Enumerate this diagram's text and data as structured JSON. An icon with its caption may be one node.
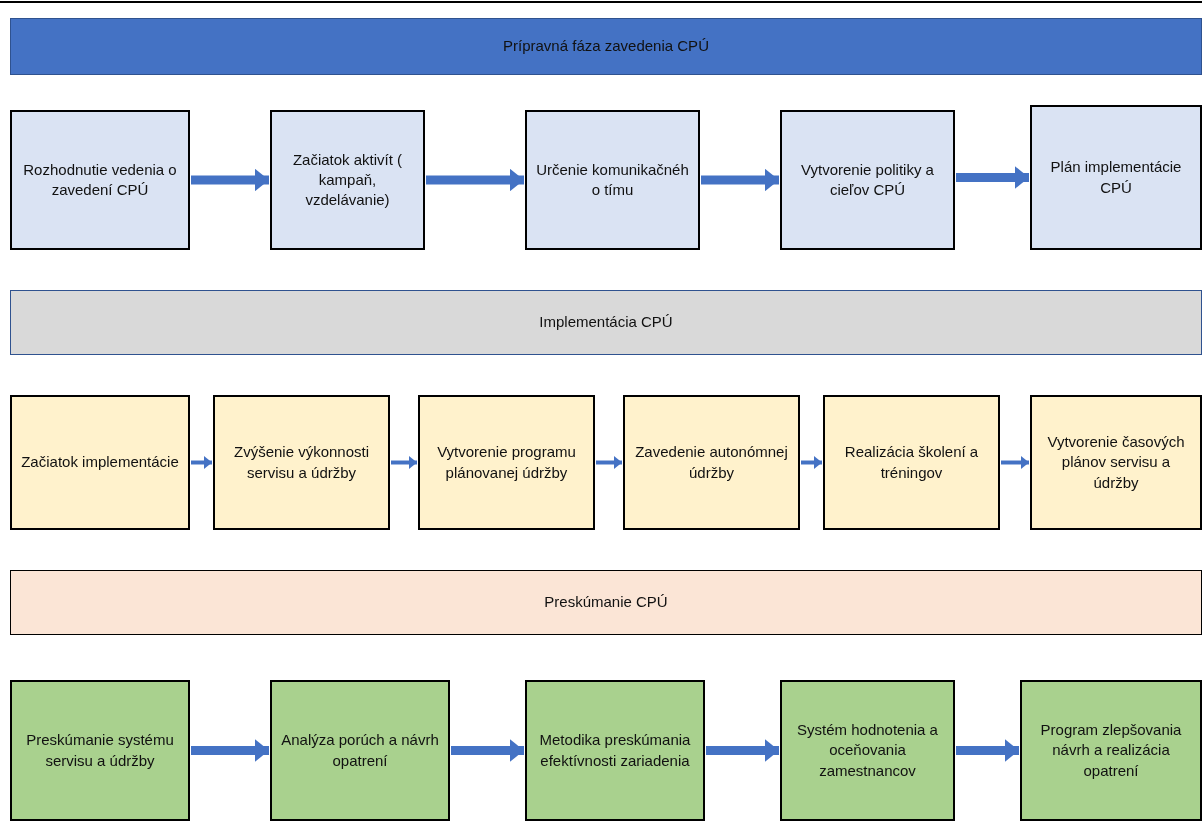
{
  "diagram": {
    "nodes": [
      {
        "text": [
          "Prípravná fáza zavedenia CPÚ"
        ]
      },
      {
        "text": [
          "Rozhodnutie vedenia o zavedení CPÚ"
        ]
      },
      {
        "text": [
          "Začiatok aktivít ( kampaň, vzdelávanie)"
        ]
      },
      {
        "text": [
          "Určenie komunikačnéh o tímu"
        ]
      },
      {
        "text": [
          "Vytvorenie politiky a cieľov CPÚ"
        ]
      },
      {
        "text": [
          "Plán implementácie CPÚ"
        ]
      },
      {
        "text": [
          "Implementácia CPÚ"
        ]
      },
      {
        "text": [
          "Začiatok implementácie"
        ]
      },
      {
        "text": [
          "Zvýšenie výkonnosti servisu a údržby"
        ]
      },
      {
        "text": [
          "Vytvorenie programu plánovanej údržby"
        ]
      },
      {
        "text": [
          "Zavedenie autonómnej údržby"
        ]
      },
      {
        "text": [
          "Realizácia školení a tréningov"
        ]
      },
      {
        "text": [
          "Vytvorenie časových plánov servisu a údržby"
        ]
      },
      {
        "text": [
          "Preskúmanie CPÚ"
        ]
      },
      {
        "text": [
          "Preskúmanie systému servisu a údržby"
        ]
      },
      {
        "text": [
          "Analýza porúch a návrh opatrení"
        ]
      },
      {
        "text": [
          "Metodika preskúmania efektívnosti zariadenia"
        ]
      },
      {
        "text": [
          "Systém hodnotenia a oceňovania zamestnancov"
        ]
      },
      {
        "text": [
          "Program zlepšovania návrh a realizácia opatrení"
        ]
      }
    ],
    "edges": [
      {
        "from": 1,
        "to": 2,
        "arrow": "to"
      },
      {
        "from": 2,
        "to": 3,
        "arrow": "to"
      },
      {
        "from": 3,
        "to": 4,
        "arrow": "to"
      },
      {
        "from": 4,
        "to": 5,
        "arrow": "to"
      },
      {
        "from": 7,
        "to": 8,
        "arrow": "to"
      },
      {
        "from": 8,
        "to": 9,
        "arrow": "to"
      },
      {
        "from": 9,
        "to": 10,
        "arrow": "to"
      },
      {
        "from": 10,
        "to": 11,
        "arrow": "to"
      },
      {
        "from": 11,
        "to": 12,
        "arrow": "to"
      },
      {
        "from": 14,
        "to": 15,
        "arrow": "to"
      },
      {
        "from": 15,
        "to": 16,
        "arrow": "to"
      },
      {
        "from": 16,
        "to": 17,
        "arrow": "to"
      },
      {
        "from": 17,
        "to": 18,
        "arrow": "to"
      }
    ]
  }
}
